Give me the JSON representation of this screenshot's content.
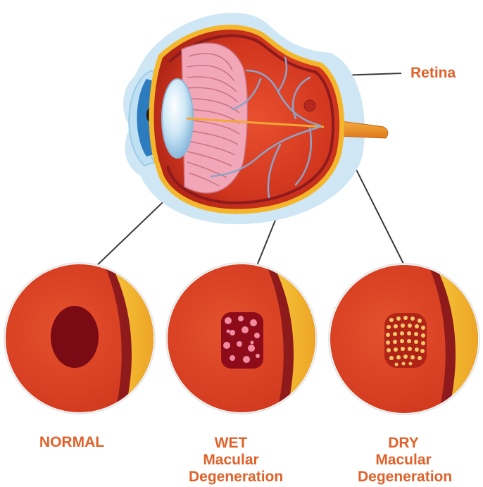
{
  "colors": {
    "label": "#E0622A",
    "retina_red": "#D8381F",
    "macula_dark": "#7A0A14",
    "choroid": "#8E1A1C",
    "sclera_yellow": "#F4B72C",
    "vein_blue": "#8EA4C8"
  },
  "labels": {
    "retina": "Retina",
    "normal": "NORMAL",
    "wet_line1": "WET",
    "wet_line2": "Macular",
    "wet_line3": "Degeneration",
    "dry_line1": "DRY",
    "dry_line2": "Macular",
    "dry_line3": "Degeneration"
  }
}
